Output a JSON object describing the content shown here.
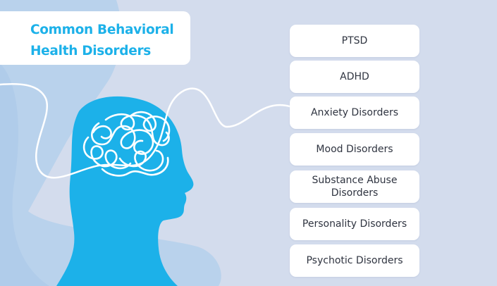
{
  "title": {
    "line1": "Common Behavioral",
    "line2": "Health Disorders"
  },
  "disorders": [
    "PTSD",
    "ADHD",
    "Anxiety Disorders",
    "Mood Disorders",
    "Substance Abuse Disorders",
    "Personality Disorders",
    "Psychotic Disorders"
  ],
  "colors": {
    "background": "#d3dced",
    "blob": "#b9d2ec",
    "head": "#1cb1e9",
    "title": "#1cb1e9",
    "card": "#ffffff",
    "text": "#2f3440"
  },
  "icons": {
    "head": "head-silhouette-icon",
    "brain": "tangled-brain-icon",
    "connector": "wavy-line-connector"
  }
}
